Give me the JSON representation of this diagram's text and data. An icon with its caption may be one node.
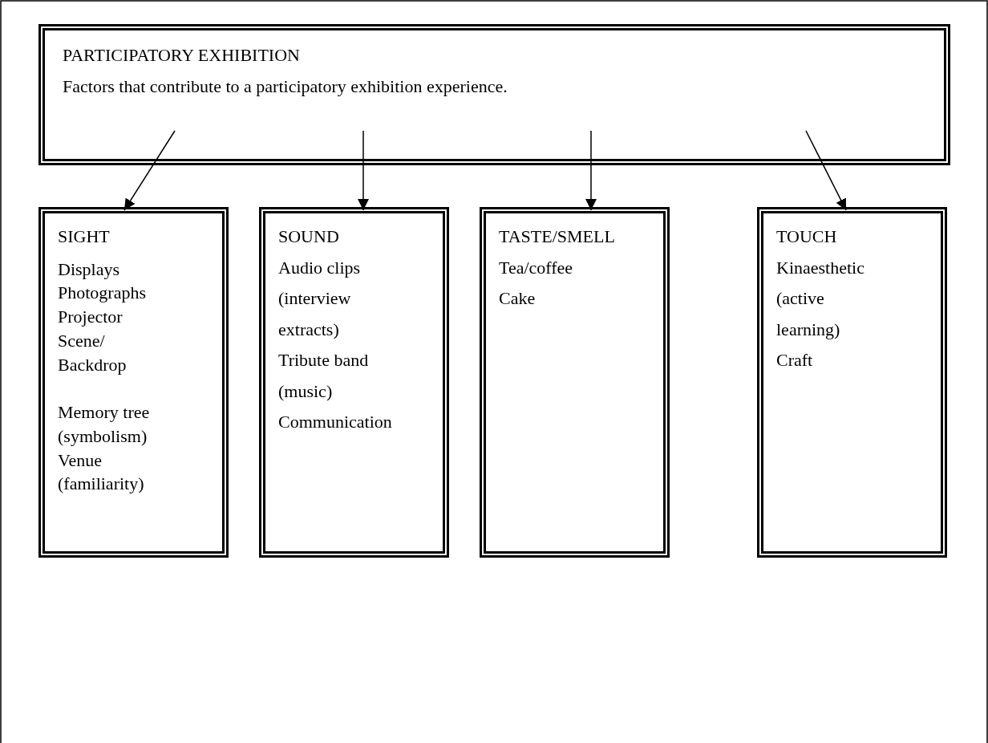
{
  "diagram": {
    "nodes": [
      {
        "text": [
          "PARTICIPATORY EXHIBITION",
          "Factors that contribute to a participatory exhibition experience."
        ]
      },
      {
        "text": [
          "SIGHT",
          "Displays",
          "Photographs",
          "Projector",
          "Scene/ Backdrop",
          "Memory tree (symbolism)",
          "Venue (familiarity)"
        ]
      },
      {
        "text": [
          "SOUND",
          "Audio clips (interview extracts)",
          "Tribute band (music)",
          "Communication"
        ]
      },
      {
        "text": [
          "TASTE/SMELL",
          "Tea/coffee",
          "Cake"
        ]
      },
      {
        "text": [
          "TOUCH",
          "Kinaesthetic (active learning)",
          "Craft"
        ]
      }
    ],
    "edges": [
      {
        "from": 0,
        "to": 1,
        "arrow": "to"
      },
      {
        "from": 0,
        "to": 2,
        "arrow": "to"
      },
      {
        "from": 0,
        "to": 3,
        "arrow": "to"
      },
      {
        "from": 0,
        "to": 4,
        "arrow": "to"
      }
    ]
  }
}
